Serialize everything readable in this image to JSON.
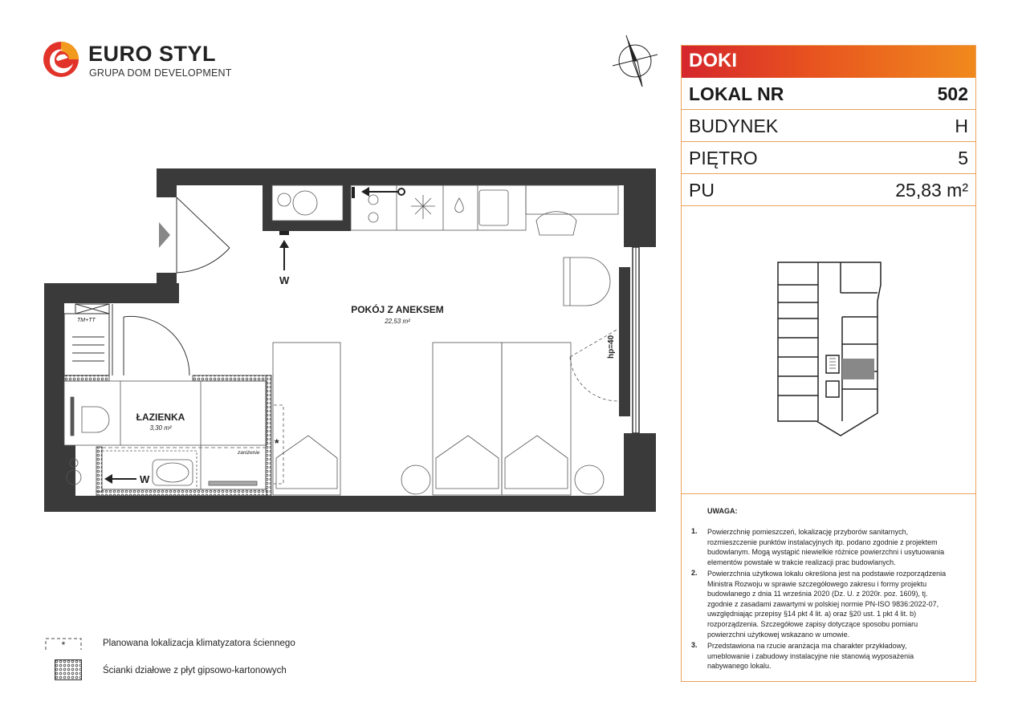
{
  "brand": {
    "name": "EURO STYL",
    "subtitle": "GRUPA DOM DEVELOPMENT",
    "mark_colors": [
      "#e2332b",
      "#f29a1d"
    ]
  },
  "panel": {
    "header": "DOKI",
    "accent_color": "#e8541f",
    "rows": [
      {
        "label": "LOKAL NR",
        "value": "502",
        "bold": true
      },
      {
        "label": "BUDYNEK",
        "value": "H",
        "bold": false
      },
      {
        "label": "PIĘTRO",
        "value": "5",
        "bold": false
      },
      {
        "label": "PU",
        "value": "25,83 m²",
        "bold": false
      }
    ]
  },
  "notes": {
    "title": "UWAGA:",
    "items": [
      {
        "num": "1.",
        "lines": [
          "Powierzchnię pomieszczeń, lokalizację przyborów sanitarnych,",
          "rozmieszczenie punktów instalacyjnych itp. podano zgodnie z projektem",
          "budowlanym. Mogą wystąpić niewielkie różnice powierzchni i usytuowania",
          "elementów powstałe w trakcie realizacji prac budowlanych."
        ]
      },
      {
        "num": "2.",
        "lines": [
          "Powierzchnia użytkowa lokalu określona jest na podstawie rozporządzenia",
          "Ministra Rozwoju w sprawie szczegółowego zakresu i formy projektu",
          "budowlanego z dnia 11 września 2020 (Dz. U. z 2020r. poz. 1609), tj.",
          "zgodnie z zasadami zawartymi w polskiej normie PN-ISO 9836:2022-07,",
          "uwzględniając przepisy §14 pkt 4 lit. a) oraz §20 ust. 1 pkt 4 lit. b)",
          "rozporządzenia. Szczegółowe zapisy dotyczące sposobu pomiaru",
          "powierzchni użytkowej wskazano w umowie."
        ]
      },
      {
        "num": "3.",
        "lines": [
          "Przedstawiona na rzucie aranżacja ma charakter przykładowy,",
          "umeblowanie i zabudowy instalacyjne nie stanowią wyposażenia",
          "nabywanego lokalu."
        ]
      }
    ]
  },
  "legend": {
    "ac_symbol": "*",
    "ac_text": "Planowana lokalizacja klimatyzatora ściennego",
    "drywall_text": "Ścianki działowe z płyt gipsowo-kartonowych"
  },
  "plan": {
    "rooms": [
      {
        "name": "POKÓJ Z ANEKSEM",
        "area": "22,53 m²"
      },
      {
        "name": "ŁAZIENKA",
        "area": "3,30 m²"
      }
    ],
    "labels": {
      "tm_tt": "TM+TT",
      "window_height": "hp=40",
      "ceiling_drop": "zaniżenie",
      "water_mark": "W",
      "ac_mark": "*"
    },
    "highlight_color": "#888888"
  }
}
